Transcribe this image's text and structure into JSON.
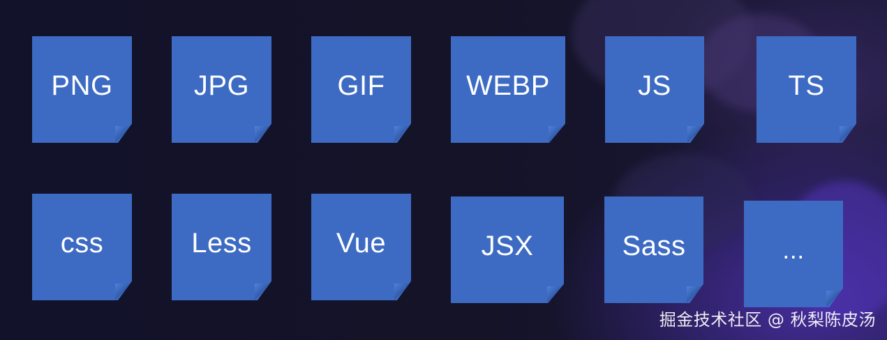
{
  "formats": {
    "row1": [
      "PNG",
      "JPG",
      "GIF",
      "WEBP",
      "JS",
      "TS"
    ],
    "row2": [
      "css",
      "Less",
      "Vue",
      "JSX",
      "Sass",
      "..."
    ]
  },
  "watermark": "掘金技术社区 @ 秋梨陈皮汤",
  "colors": {
    "background": "#141328",
    "card": "#3d6bc3",
    "text": "#ffffff"
  }
}
